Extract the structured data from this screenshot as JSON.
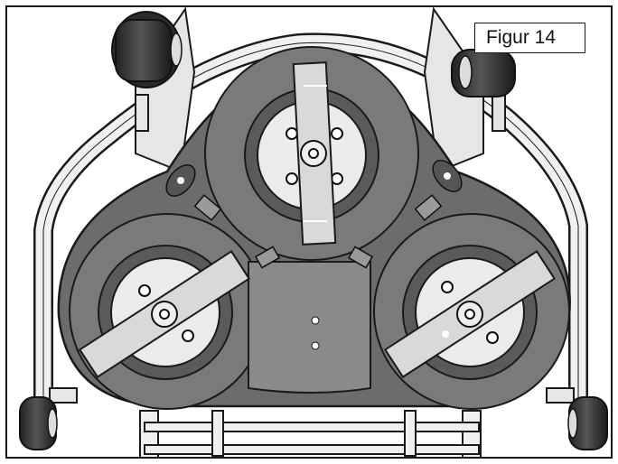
{
  "figure": {
    "label": "Figur 14"
  },
  "colors": {
    "deck_dark": "#6c6c6c",
    "deck_mid": "#8a8a8a",
    "deck_rim": "#4a4a4a",
    "plate_light": "#ebebeb",
    "blade": "#d9d9d9",
    "frame": "#f0f0f0",
    "wheel": "#3a3a3a",
    "outline": "#1a1a1a"
  },
  "parts": {
    "blade_count": 3,
    "wheel_count": 4
  }
}
